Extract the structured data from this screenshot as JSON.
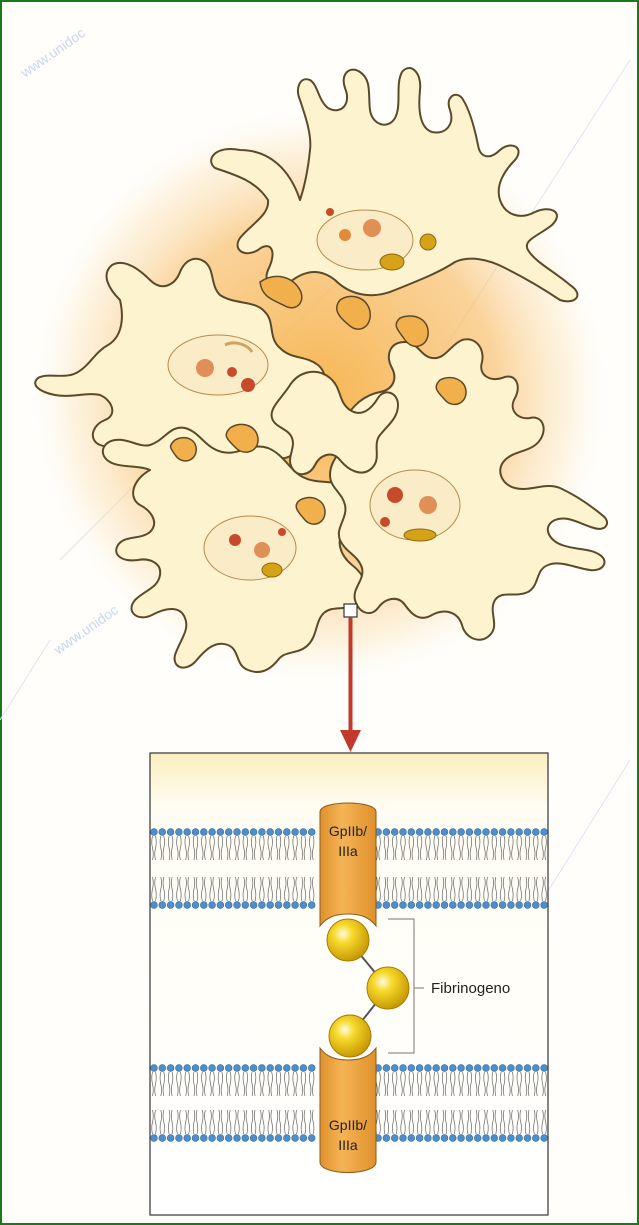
{
  "labels": {
    "receptor_top": [
      "GpIIb/",
      "IIIa"
    ],
    "receptor_bottom": [
      "GpIIb/",
      "IIIa"
    ],
    "fibrinogen": "Fibrinogeno"
  },
  "watermark": "www.unidoc",
  "colors": {
    "cell_fill": "#fdf4cf",
    "cell_stroke": "#5b4a2a",
    "halo": "#f2a640",
    "receptor": "#f0a640",
    "sphere": "#f4cf1a",
    "arrow": "#c0392b",
    "lipid_head": "#4f8ec9",
    "frame": "#1a7a1a"
  }
}
